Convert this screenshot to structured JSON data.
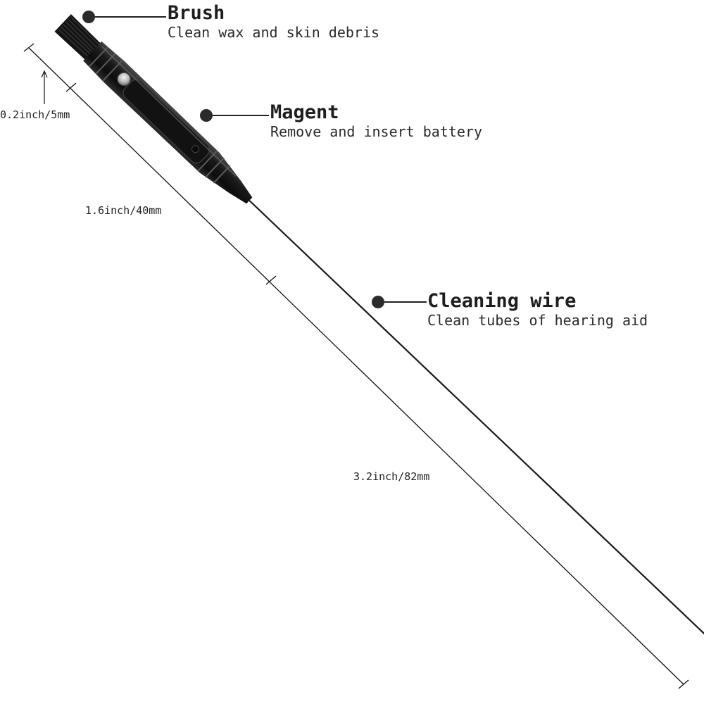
{
  "callouts": {
    "brush": {
      "title": "Brush",
      "description": "Clean wax and skin debris",
      "icon": "callout-dot-icon"
    },
    "magnet": {
      "title": "Magent",
      "description": "Remove and insert battery",
      "icon": "callout-dot-icon"
    },
    "wire": {
      "title": "Cleaning wire",
      "description": "Clean tubes of hearing aid",
      "icon": "callout-dot-icon"
    }
  },
  "dimensions": {
    "brush_length": "0.2inch/5mm",
    "handle_length": "1.6inch/40mm",
    "total_length": "3.2inch/82mm"
  },
  "colors": {
    "tool_body": "#1c1c1c",
    "callout_dot": "#2b2b2b",
    "text": "#1e1e1e",
    "background": "#ffffff"
  }
}
